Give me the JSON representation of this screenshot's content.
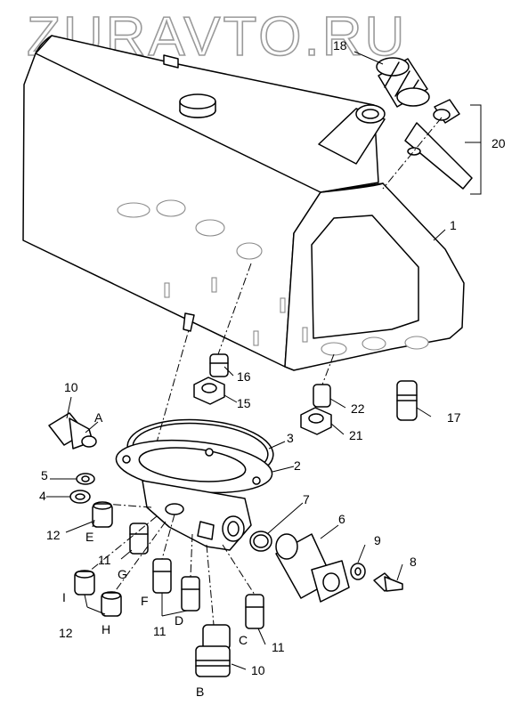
{
  "watermark": "ZURAVTO.RU",
  "callouts": {
    "n1": "1",
    "n2": "2",
    "n3": "3",
    "n5": "5",
    "n4": "4",
    "n6": "6",
    "n7": "7",
    "n8": "8",
    "n9": "9",
    "n10a": "10",
    "n10b": "10",
    "n11a": "11",
    "n11b": "11",
    "n11c": "11",
    "n12a": "12",
    "n12b": "12",
    "n15": "15",
    "n16": "16",
    "n17": "17",
    "n18": "18",
    "n20": "20",
    "n21": "21",
    "n22": "22"
  },
  "port_letters": {
    "A": "A",
    "B": "B",
    "C": "C",
    "D": "D",
    "E": "E",
    "F": "F",
    "G": "G",
    "H": "H",
    "I": "I"
  }
}
